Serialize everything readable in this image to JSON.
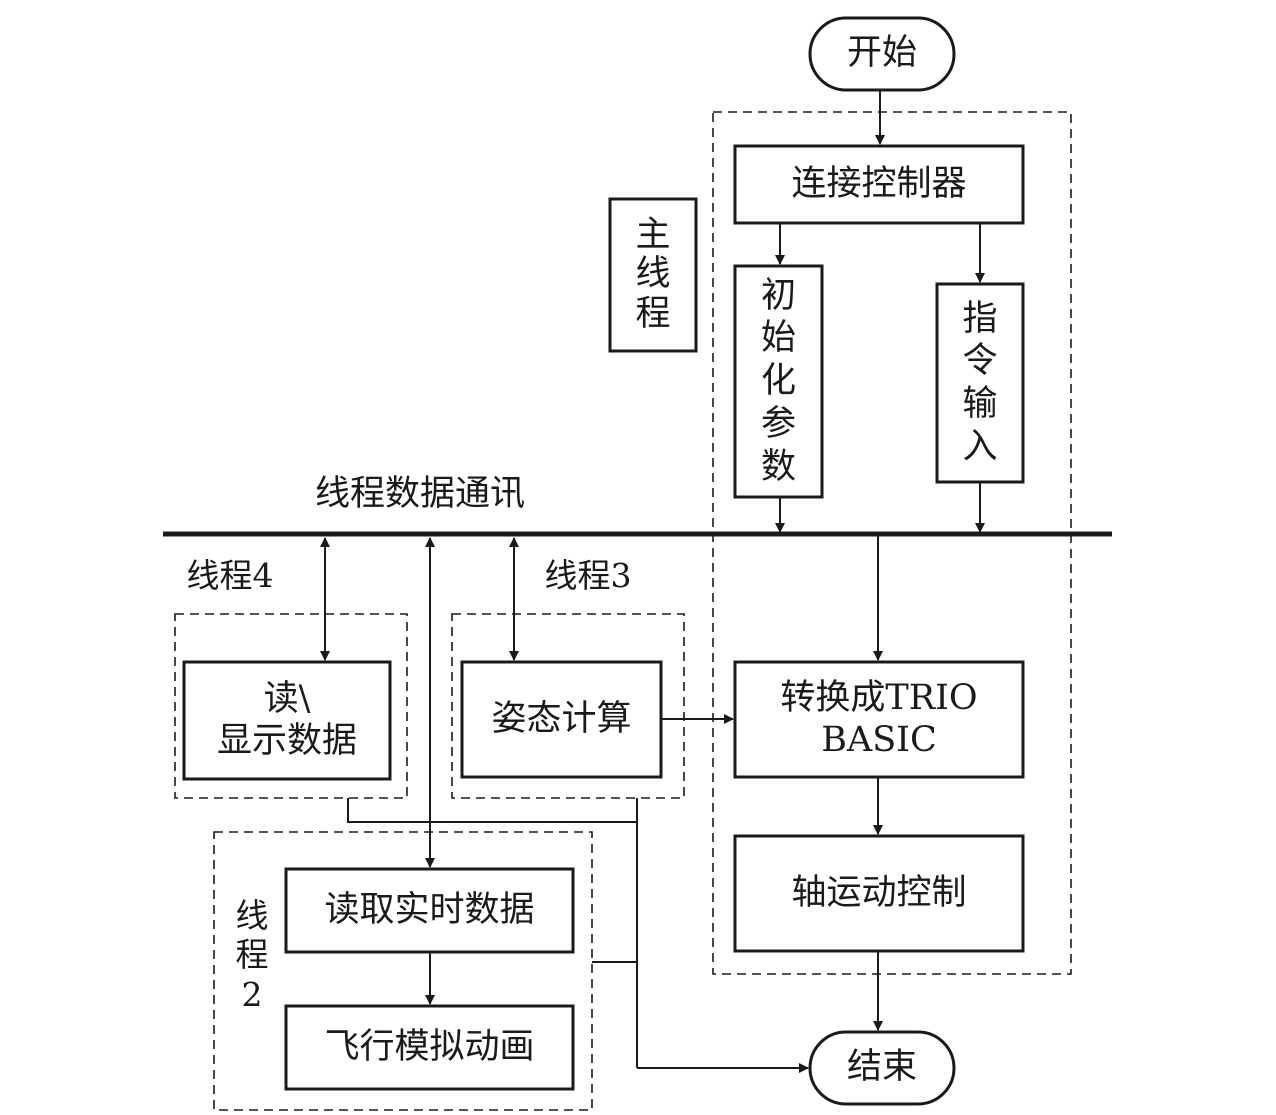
{
  "nodes": {
    "start": "开始",
    "connect": "连接控制器",
    "main_thread": "主\n线\n程",
    "init_params": "初\n始\n化\n参\n数",
    "cmd_input": "指\n令\n输\n入",
    "bus_label": "线程数据通讯",
    "thread4_label": "线程4",
    "thread3_label": "线程3",
    "read_display": "读\\\n显示数据",
    "attitude_calc": "姿态计算",
    "convert": "转换成TRIO\nBASIC",
    "axis_control": "轴运动控制",
    "thread2_label": "线\n程\n2",
    "read_realtime": "读取实时数据",
    "flight_anim": "飞行模拟动画",
    "end": "结束"
  },
  "colors": {
    "stroke": "#1a1a1a",
    "background": "#ffffff"
  }
}
